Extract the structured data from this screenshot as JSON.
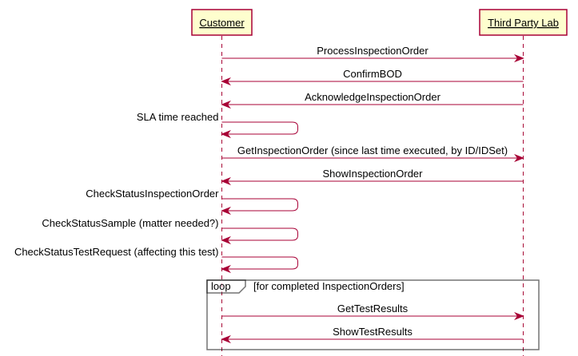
{
  "participants": {
    "customer": "Customer",
    "lab": "Third Party Lab"
  },
  "messages": [
    {
      "label": "ProcessInspectionOrder",
      "from": "customer",
      "to": "lab"
    },
    {
      "label": "ConfirmBOD",
      "from": "lab",
      "to": "customer"
    },
    {
      "label": "AcknowledgeInspectionOrder",
      "from": "lab",
      "to": "customer"
    },
    {
      "label": "SLA time reached",
      "from": "customer",
      "to": "customer"
    },
    {
      "label": "GetInspectionOrder (since last time executed, by ID/IDSet)",
      "from": "customer",
      "to": "lab"
    },
    {
      "label": "ShowInspectionOrder",
      "from": "lab",
      "to": "customer"
    },
    {
      "label": "CheckStatusInspectionOrder",
      "from": "customer",
      "to": "customer"
    },
    {
      "label": "CheckStatusSample (matter needed?)",
      "from": "customer",
      "to": "customer"
    },
    {
      "label": "CheckStatusTestRequest (affecting this test)",
      "from": "customer",
      "to": "customer"
    },
    {
      "label": "GetTestResults",
      "from": "customer",
      "to": "lab"
    },
    {
      "label": "ShowTestResults",
      "from": "lab",
      "to": "customer"
    }
  ],
  "loop": {
    "keyword": "loop",
    "condition": "[for completed InspectionOrders]"
  },
  "colors": {
    "participant_fill": "#FEFECE",
    "accent": "#A80036"
  }
}
